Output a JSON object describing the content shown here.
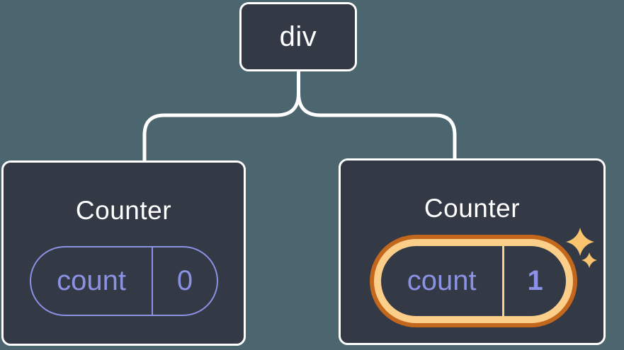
{
  "colors": {
    "background": "#4c666f",
    "card": "#333945",
    "outline": "#ffffff",
    "purple": "#8b92e4",
    "orange_dark": "#c2671c",
    "orange_light": "#fbcf8a",
    "sparkle": "#f8c46f"
  },
  "tree": {
    "root": {
      "label": "div"
    },
    "children": [
      {
        "title": "Counter",
        "highlighted": false,
        "state": {
          "key": "count",
          "value": "0"
        }
      },
      {
        "title": "Counter",
        "highlighted": true,
        "state": {
          "key": "count",
          "value": "1"
        }
      }
    ]
  }
}
